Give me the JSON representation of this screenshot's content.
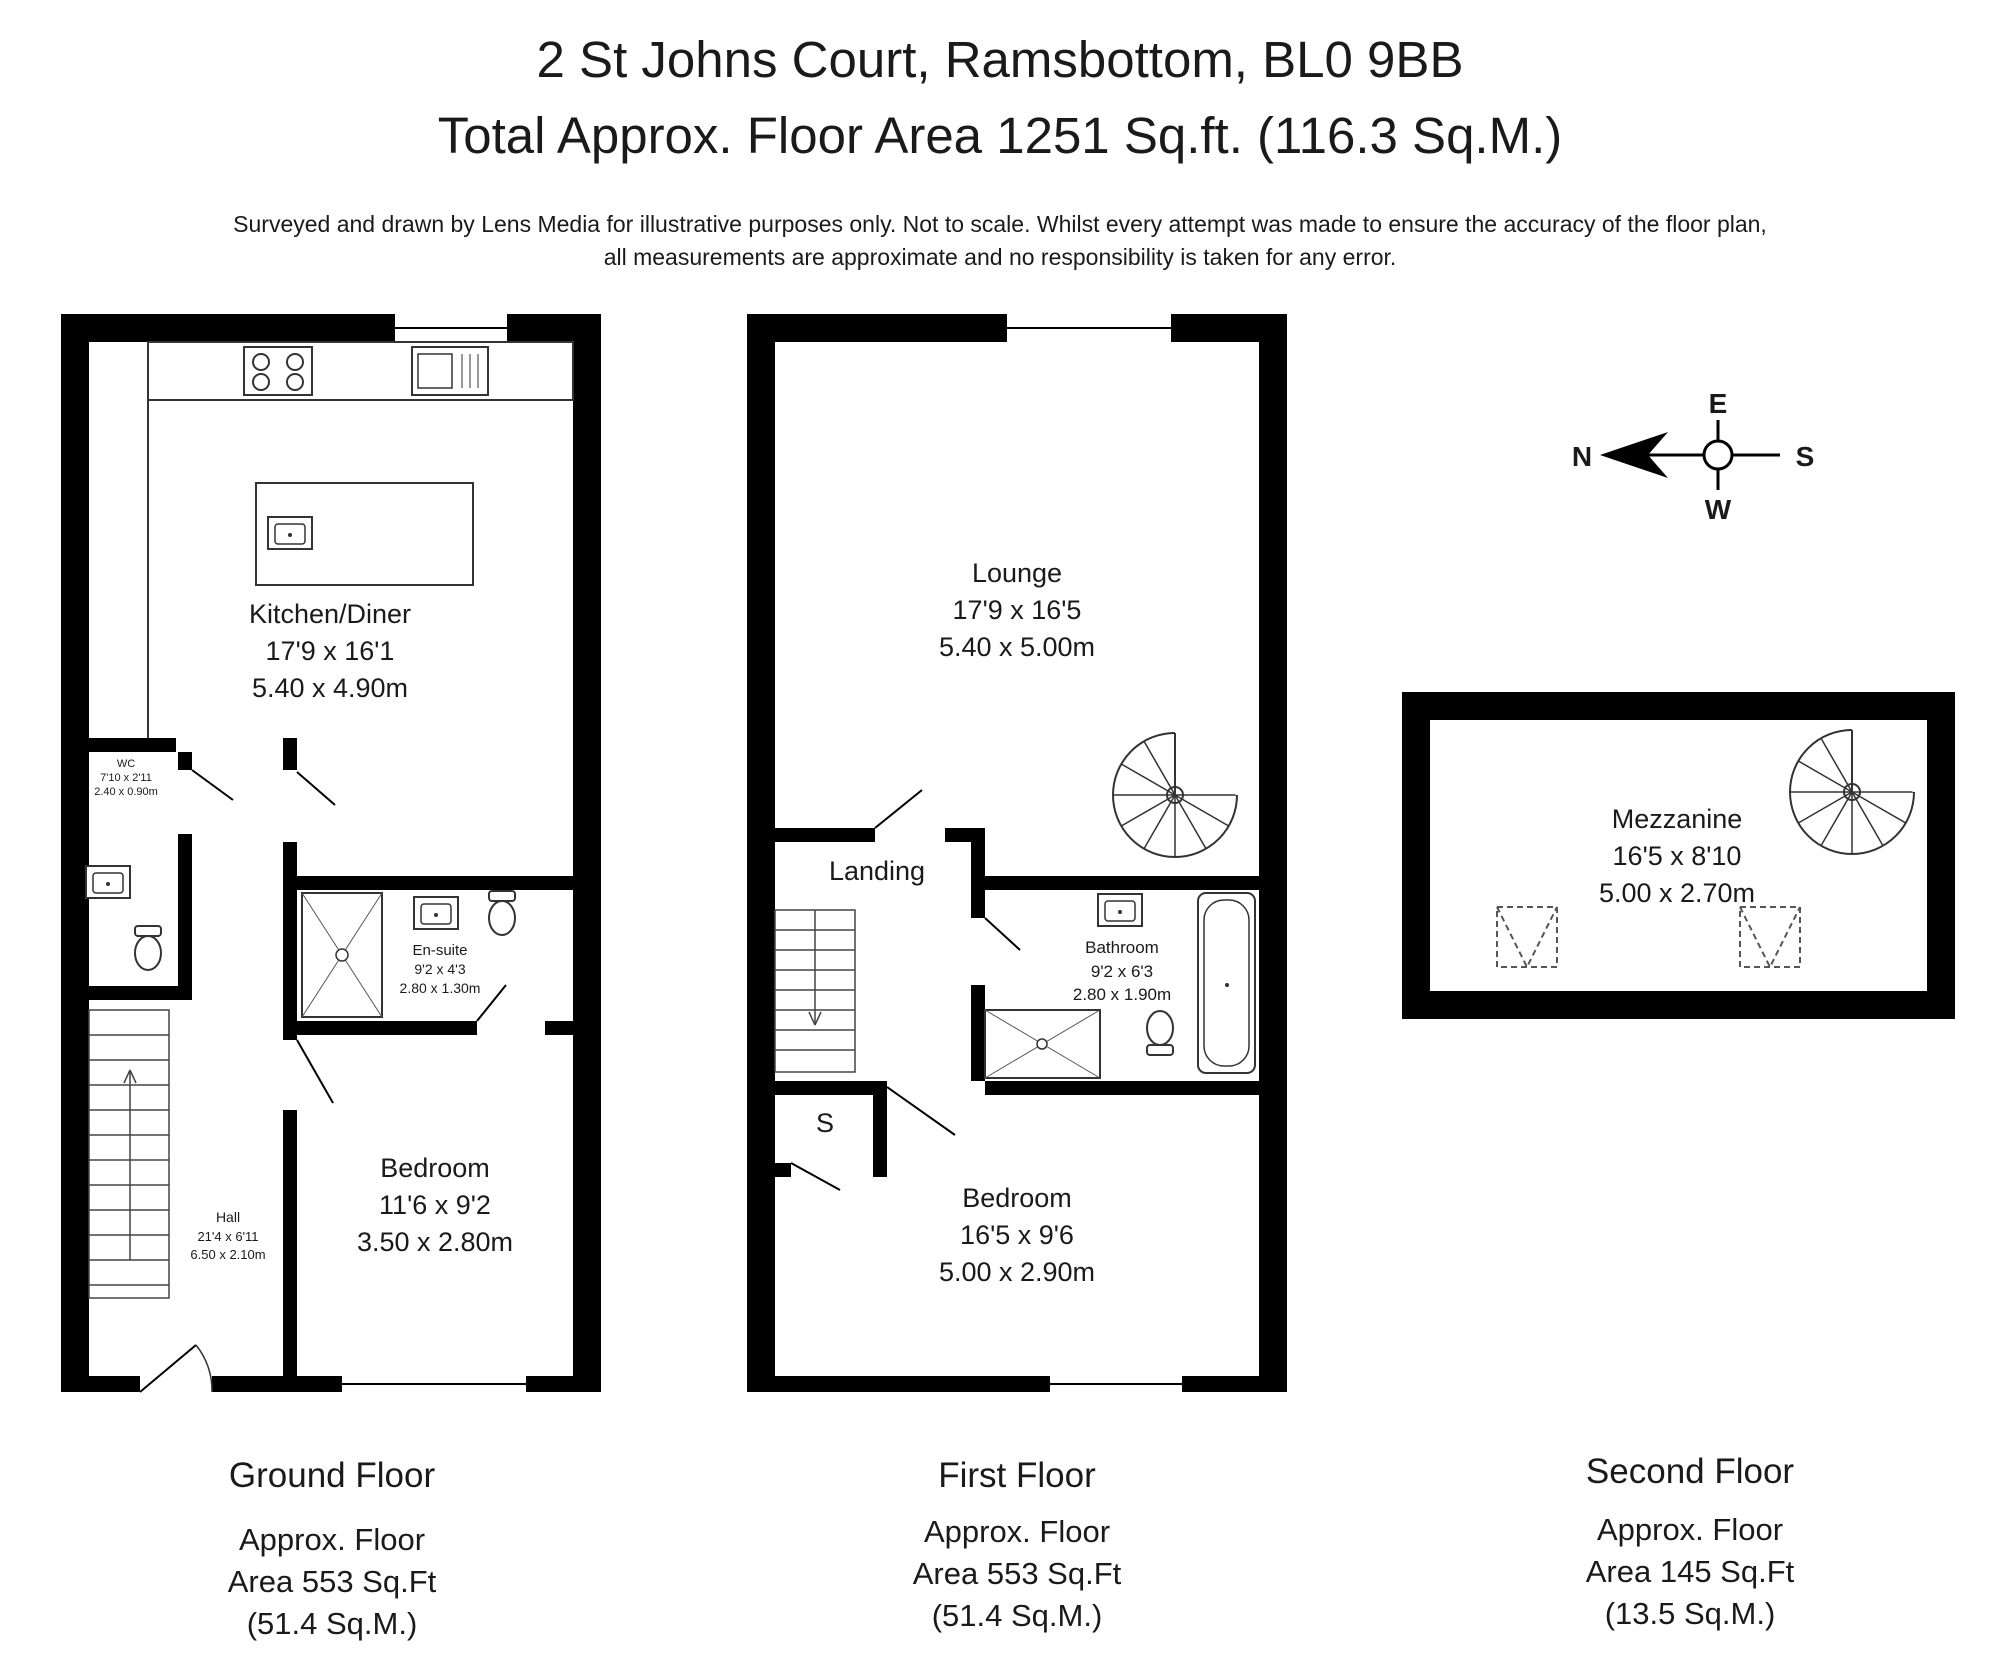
{
  "header": {
    "address": "2 St Johns Court, Ramsbottom, BL0 9BB",
    "total_area": "Total Approx. Floor Area 1251 Sq.ft. (116.3 Sq.M.)",
    "disclaimer_line1": "Surveyed and drawn by Lens Media for illustrative purposes only. Not to scale. Whilst every attempt was made to ensure the accuracy of the floor plan,",
    "disclaimer_line2": "all measurements are approximate and no responsibility is taken for any error."
  },
  "compass": {
    "north": "N",
    "east": "E",
    "south": "S",
    "west": "W"
  },
  "ground_floor": {
    "label": "Ground Floor",
    "area_line1": "Approx. Floor",
    "area_line2": "Area 553 Sq.Ft",
    "area_line3": "(51.4 Sq.M.)",
    "rooms": {
      "kitchen": {
        "name": "Kitchen/Diner",
        "imperial": "17'9 x 16'1",
        "metric": "5.40 x 4.90m"
      },
      "wc": {
        "name": "WC",
        "imperial": "7'10 x 2'11",
        "metric": "2.40 x 0.90m"
      },
      "ensuite": {
        "name": "En-suite",
        "imperial": "9'2 x 4'3",
        "metric": "2.80 x 1.30m"
      },
      "bedroom": {
        "name": "Bedroom",
        "imperial": "11'6 x 9'2",
        "metric": "3.50 x 2.80m"
      },
      "hall": {
        "name": "Hall",
        "imperial": "21'4 x 6'11",
        "metric": "6.50 x 2.10m"
      }
    }
  },
  "first_floor": {
    "label": "First Floor",
    "area_line1": "Approx. Floor",
    "area_line2": "Area 553 Sq.Ft",
    "area_line3": "(51.4 Sq.M.)",
    "rooms": {
      "lounge": {
        "name": "Lounge",
        "imperial": "17'9 x 16'5",
        "metric": "5.40 x 5.00m"
      },
      "landing": {
        "name": "Landing"
      },
      "bathroom": {
        "name": "Bathroom",
        "imperial": "9'2 x 6'3",
        "metric": "2.80 x 1.90m"
      },
      "store": {
        "name": "S"
      },
      "bedroom": {
        "name": "Bedroom",
        "imperial": "16'5 x 9'6",
        "metric": "5.00 x 2.90m"
      }
    }
  },
  "second_floor": {
    "label": "Second Floor",
    "area_line1": "Approx. Floor",
    "area_line2": "Area 145 Sq.Ft",
    "area_line3": "(13.5 Sq.M.)",
    "rooms": {
      "mezzanine": {
        "name": "Mezzanine",
        "imperial": "16'5 x 8'10",
        "metric": "5.00 x 2.70m"
      }
    }
  }
}
